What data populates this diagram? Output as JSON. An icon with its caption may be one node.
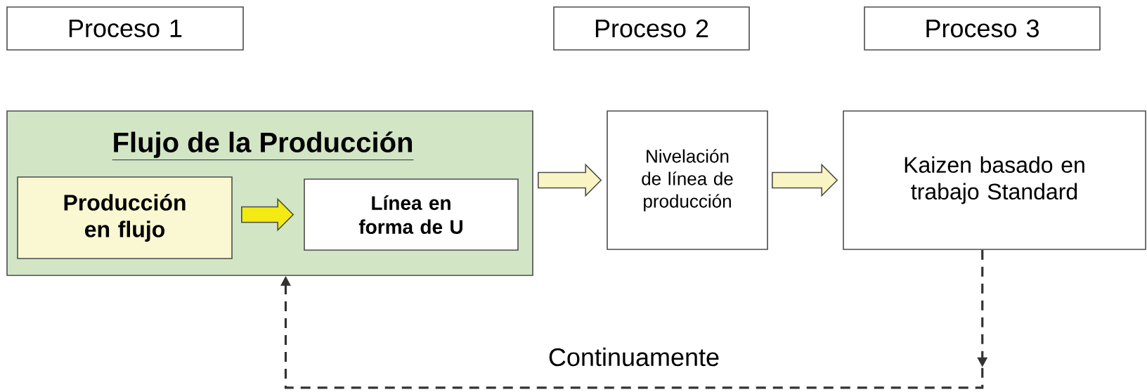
{
  "diagram": {
    "nodes": [
      {
        "text": [
          "Proceso 1"
        ]
      },
      {
        "text": [
          "Proceso 2"
        ]
      },
      {
        "text": [
          "Proceso 3"
        ]
      },
      {
        "text": [
          "Flujo de la Producción"
        ]
      },
      {
        "text": [
          "Producción en flujo"
        ],
        "in": 3
      },
      {
        "text": [
          "Línea en forma de U"
        ],
        "in": 3
      },
      {
        "text": [
          "Nivelación de línea de producción"
        ]
      },
      {
        "text": [
          "Kaizen basado en trabajo Standard"
        ]
      }
    ],
    "edges": [
      {
        "from": 4,
        "to": 5,
        "arrow": "to"
      },
      {
        "from": 3,
        "to": 6,
        "arrow": "to"
      },
      {
        "from": 6,
        "to": 7,
        "arrow": "to"
      },
      {
        "from": 7,
        "to": 3,
        "arrow": "to",
        "style": "dashed",
        "label": "Continuamente"
      }
    ]
  }
}
